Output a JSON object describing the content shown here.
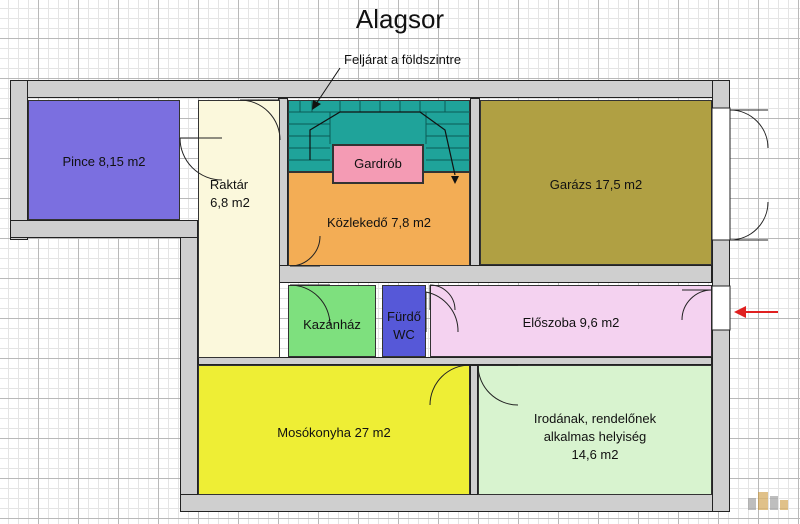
{
  "plan": {
    "title": "Alagsor",
    "stair_callout": "Feljárat a földszintre",
    "rooms": {
      "pince": "Pince 8,15 m2",
      "raktar_line1": "Raktár",
      "raktar_line2": "6,8 m2",
      "gardrob": "Gardrób",
      "kozlekedo": "Közlekedő 7,8 m2",
      "garazs": "Garázs 17,5 m2",
      "kazanhaz": "Kazánház",
      "furdo_line1": "Fürdő",
      "furdo_line2": "WC",
      "eloszoba": "Előszoba 9,6 m2",
      "mosokonyha": "Mosókonyha 27 m2",
      "iroda_line1": "Irodának, rendelőnek",
      "iroda_line2": "alkalmas helyiség",
      "iroda_line3": "14,6 m2"
    },
    "colors": {
      "pince": "#7b6fe0",
      "raktar": "#fbf8dc",
      "stair": "#1fa39a",
      "gardrob": "#f49bb4",
      "kozlekedo": "#f3ad55",
      "garazs": "#b0a043",
      "kazanhaz": "#7ee07e",
      "furdo": "#5658d8",
      "eloszoba": "#f4d2f0",
      "mosokonyha": "#eeee35",
      "iroda": "#d8f3cf",
      "wall": "#cfcfcf",
      "entry_arrow": "#e02020"
    }
  }
}
